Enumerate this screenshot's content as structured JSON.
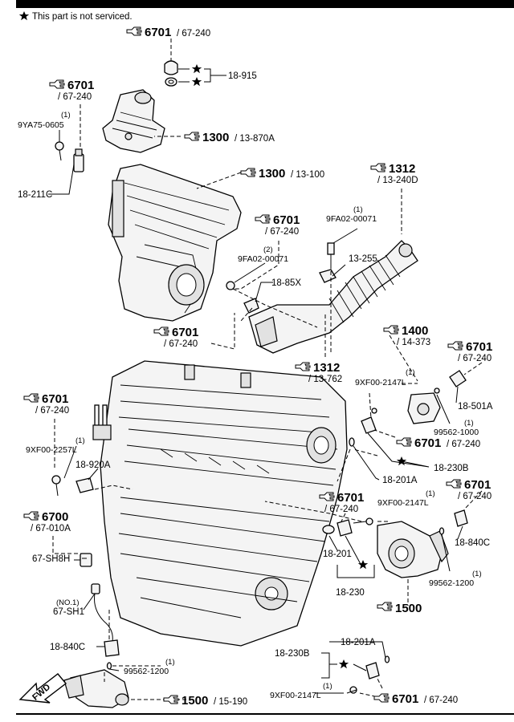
{
  "note": "This part is not serviced.",
  "refs": {
    "r1": {
      "num": "6701",
      "sub": "/ 67-240"
    },
    "r2": {
      "num": "6701",
      "sub": "/ 67-240"
    },
    "r3": {
      "num": "1300",
      "sub": "/ 13-870A"
    },
    "r4": {
      "num": "1300",
      "sub": "/ 13-100"
    },
    "r5": {
      "num": "1312",
      "sub": "/ 13-240D"
    },
    "r6": {
      "num": "6701",
      "sub": "/ 67-240"
    },
    "r7": {
      "num": "6701",
      "sub": "/ 67-240"
    },
    "r8": {
      "num": "1312",
      "sub": "/ 13-762"
    },
    "r9": {
      "num": "1400",
      "sub": "/ 14-373"
    },
    "r10": {
      "num": "6701",
      "sub": "/ 67-240"
    },
    "r11": {
      "num": "6701",
      "sub": "/ 67-240"
    },
    "r12": {
      "num": "6701",
      "sub": "/ 67-240"
    },
    "r13": {
      "num": "6701",
      "sub": "/ 67-240"
    },
    "r14": {
      "num": "6701",
      "sub": "/ 67-240"
    },
    "r15": {
      "num": "6700",
      "sub": "/ 67-010A"
    },
    "r16": {
      "num": "1500",
      "sub": ""
    },
    "r17": {
      "num": "1500",
      "sub": "/ 15-190"
    },
    "r18": {
      "num": "6701",
      "sub": "/ 67-240"
    }
  },
  "labels": {
    "l_18915": "18-915",
    "l_9ya": "9YA75-0605",
    "l_9ya_q": "(1)",
    "l_18211c": "18-211C",
    "l_9fa1": "9FA02-00071",
    "l_9fa1_q": "(1)",
    "l_9fa2": "9FA02-00071",
    "l_9fa2_q": "(2)",
    "l_13255": "13-255",
    "l_1885x": "18-85X",
    "l_9xf1": "9XF00-2147L",
    "l_9xf1_q": "(1)",
    "l_18501a": "18-501A",
    "l_99562a": "99562-1000",
    "l_99562a_q": "(1)",
    "l_9xf2": "9XF00-2257L",
    "l_9xf2_q": "(1)",
    "l_18920a": "18-920A",
    "l_18230b1": "18-230B",
    "l_18201a1": "18-201A",
    "l_9xf3": "9XF00-2147L",
    "l_9xf3_q": "(1)",
    "l_18840c1": "18-840C",
    "l_18201": "18-201",
    "l_18230": "18-230",
    "l_99562b": "99562-1200",
    "l_99562b_q": "(1)",
    "l_67sh8h": "67-SH8H",
    "l_no1": "(NO.1)",
    "l_67sh1": "67-SH1",
    "l_18840c2": "18-840C",
    "l_99562c": "99562-1200",
    "l_99562c_q": "(1)",
    "l_18230b2": "18-230B",
    "l_18201a2": "18-201A",
    "l_9xf4": "9XF00-2147L",
    "l_9xf4_q": "(1)",
    "fwd": "FWD"
  }
}
